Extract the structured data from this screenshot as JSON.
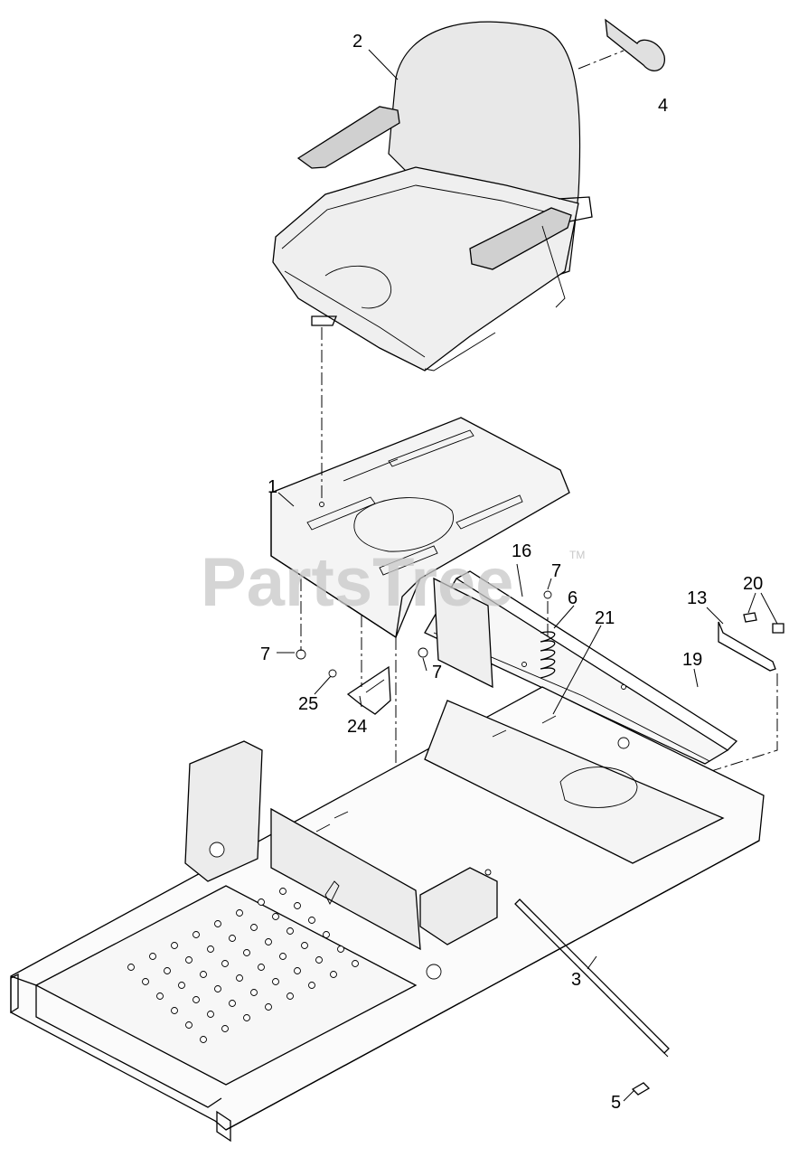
{
  "watermark": {
    "text": "PartsTree",
    "trademark": "TM"
  },
  "callouts": [
    {
      "id": "c1",
      "label": "1"
    },
    {
      "id": "c2",
      "label": "2"
    },
    {
      "id": "c3",
      "label": "3"
    },
    {
      "id": "c4",
      "label": "4"
    },
    {
      "id": "c5",
      "label": "5"
    },
    {
      "id": "c6",
      "label": "6"
    },
    {
      "id": "c7a",
      "label": "7"
    },
    {
      "id": "c7b",
      "label": "7"
    },
    {
      "id": "c7c",
      "label": "7"
    },
    {
      "id": "c13",
      "label": "13"
    },
    {
      "id": "c16",
      "label": "16"
    },
    {
      "id": "c19",
      "label": "19"
    },
    {
      "id": "c20",
      "label": "20"
    },
    {
      "id": "c21",
      "label": "21"
    },
    {
      "id": "c24",
      "label": "24"
    },
    {
      "id": "c25",
      "label": "25"
    }
  ]
}
